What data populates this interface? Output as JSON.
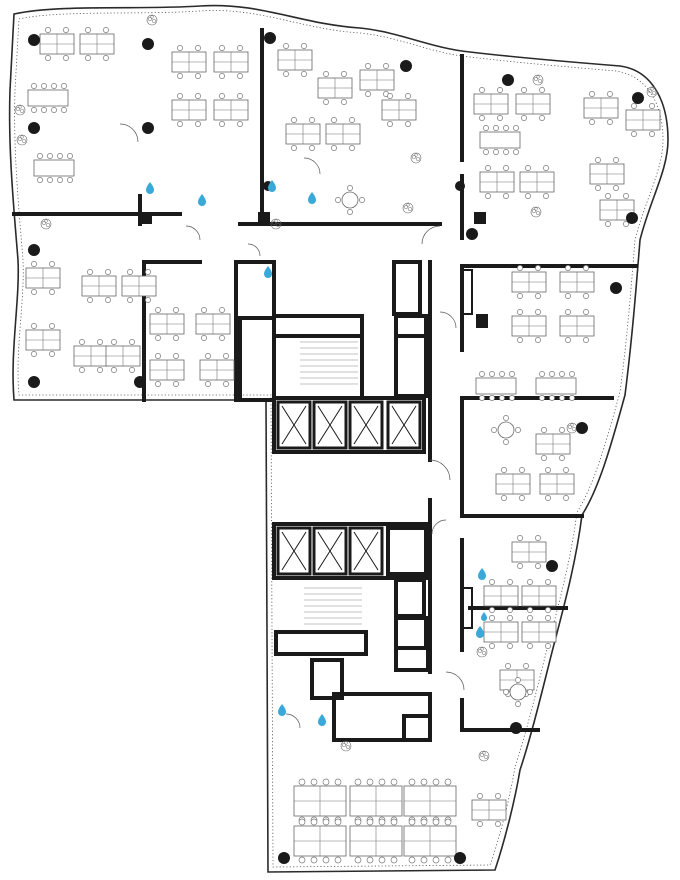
{
  "plan": {
    "colors": {
      "wall": "#1a1a1a",
      "furniture": "#777777",
      "column": "#1a1a1a",
      "water_drop": "#3aa8d8",
      "background": "#ffffff"
    },
    "elements": {
      "column_count": 21,
      "water_point_count": 10,
      "elevator_count": 7,
      "stair_count": 2
    },
    "icons": [
      "column-marker",
      "water-drop-icon",
      "elevator-x",
      "stair",
      "door-swing",
      "desk-cluster",
      "meeting-table",
      "plant"
    ]
  }
}
